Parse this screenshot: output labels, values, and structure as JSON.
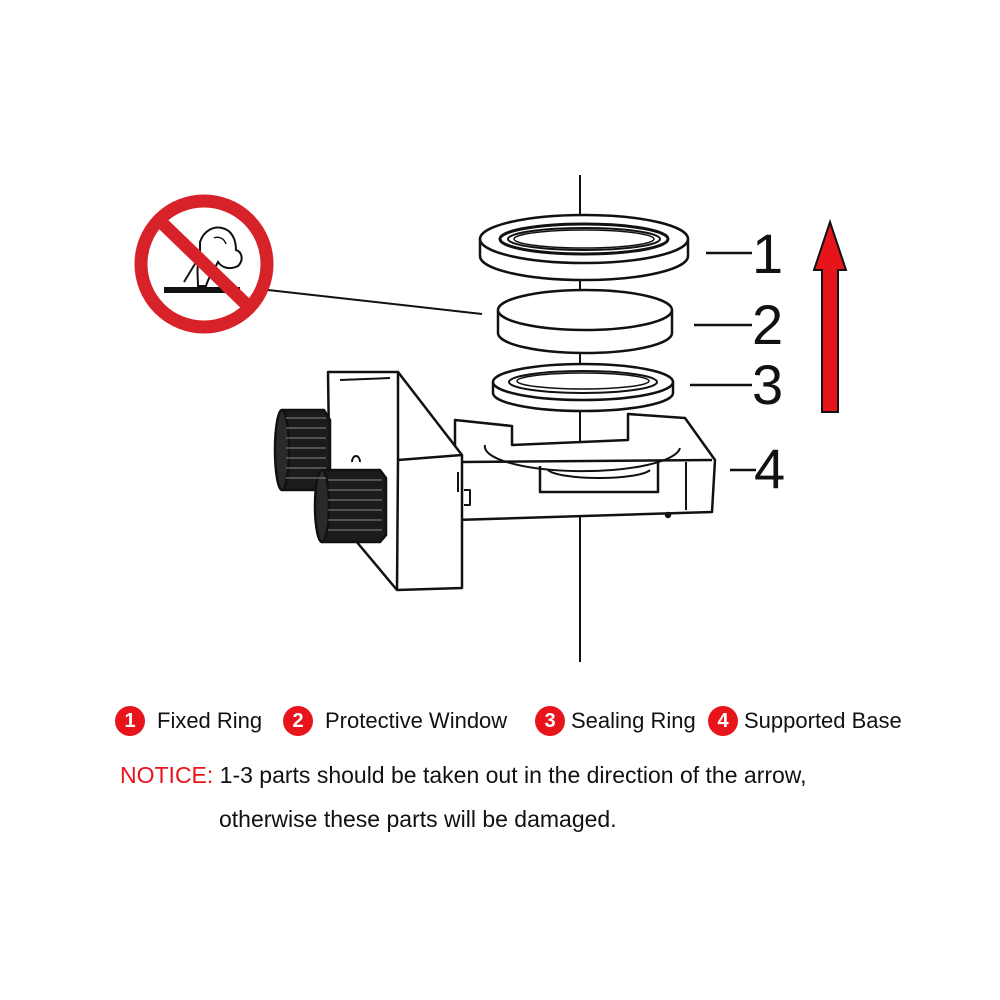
{
  "callouts": [
    {
      "number": "1"
    },
    {
      "number": "2"
    },
    {
      "number": "3"
    },
    {
      "number": "4"
    }
  ],
  "legend": [
    {
      "badge": "1",
      "label": "Fixed Ring"
    },
    {
      "badge": "2",
      "label": "Protective Window"
    },
    {
      "badge": "3",
      "label": "Sealing Ring"
    },
    {
      "badge": "4",
      "label": "Supported Base"
    }
  ],
  "notice": {
    "key": "NOTICE:",
    "line1": "1-3 parts should be taken out in the direction of the arrow,",
    "line2": "otherwise these parts will be damaged."
  },
  "colors": {
    "accent_red": "#e8141b",
    "prohibition_red": "#d8222a",
    "line": "#111111"
  },
  "icons": [
    "no-touch-prohibition-icon",
    "up-arrow-icon"
  ]
}
